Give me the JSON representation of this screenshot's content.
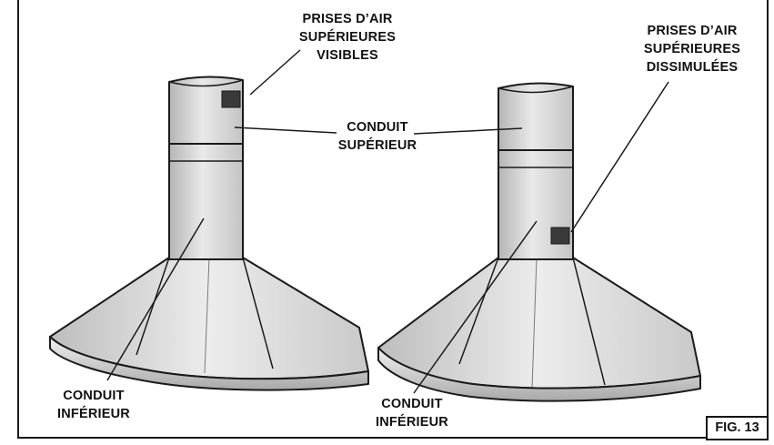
{
  "labels": {
    "top_visible": [
      "PRISES D’AIR",
      "SUPÉRIEURES",
      "VISIBLES"
    ],
    "upper_duct": [
      "CONDUIT",
      "SUPÉRIEUR"
    ],
    "lower_left": [
      "CONDUIT",
      "INFÉRIEUR"
    ],
    "top_hidden": [
      "PRISES D’AIR",
      "SUPÉRIEURES",
      "DISSIMULÉES"
    ],
    "lower_right": [
      "CONDUIT",
      "INFÉRIEUR"
    ]
  },
  "figure_label": "FIG. 13",
  "colors": {
    "line": "#1a1a1a",
    "metal_light": "#eeeeee",
    "metal_mid": "#cfcfcf",
    "metal_dark": "#a8a8a8",
    "vent": "#3a3a3a"
  }
}
